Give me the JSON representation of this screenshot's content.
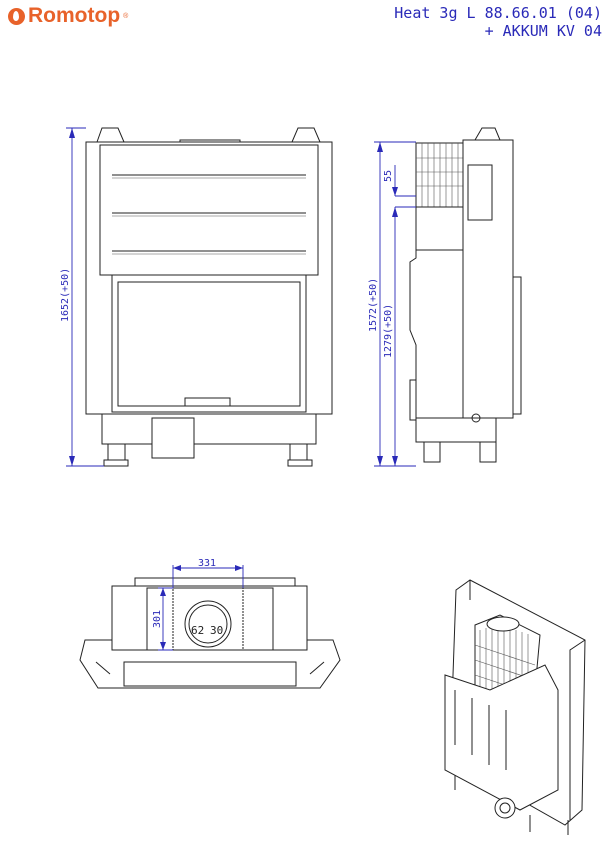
{
  "header": {
    "brand": "Romotop",
    "brand_mark": "®",
    "title_line1": "Heat 3g L 88.66.01 (04)",
    "title_line2": "+ AKKUM KV 04"
  },
  "front_view": {
    "height_dim": "1652(+50)"
  },
  "side_view": {
    "height_dim": "1572(+50)",
    "inner_dim": "1279(+50)",
    "offset_dim": "55"
  },
  "plan_view": {
    "width_dim": "331",
    "depth_dim": "301",
    "ring_labels": [
      "62",
      "30"
    ]
  }
}
